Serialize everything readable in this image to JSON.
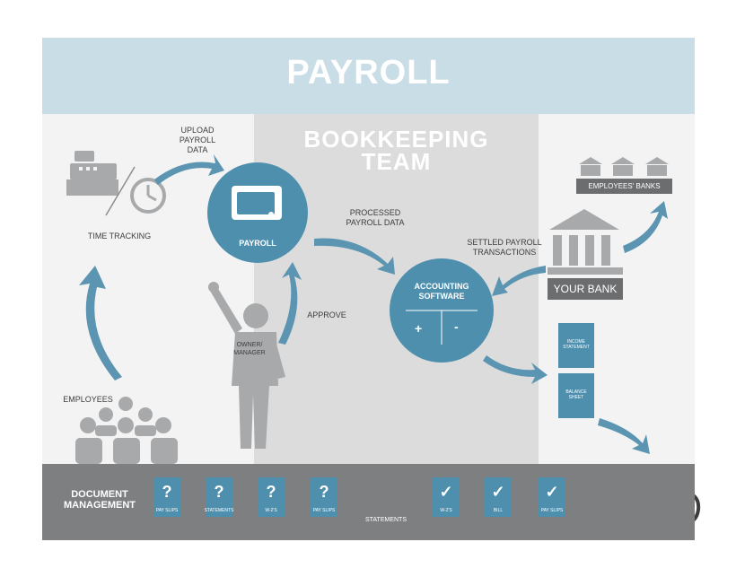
{
  "header": {
    "title": "PAYROLL"
  },
  "bookkeeping": {
    "title_line1": "BOOKKEEPING",
    "title_line2": "TEAM"
  },
  "labels": {
    "upload": [
      "UPLOAD",
      "PAYROLL",
      "DATA"
    ],
    "time_tracking": "TIME TRACKING",
    "payroll_circle": "PAYROLL",
    "processed": [
      "PROCESSED",
      "PAYROLL DATA"
    ],
    "settled": [
      "SETTLED PAYROLL",
      "TRANSACTIONS"
    ],
    "accounting": [
      "ACCOUNTING",
      "SOFTWARE"
    ],
    "plus": "+",
    "minus": "-",
    "approve": "APPROVE",
    "owner": [
      "OWNER/",
      "MANAGER"
    ],
    "employees": "EMPLOYEES",
    "employees_banks": "EMPLOYEES' BANKS",
    "your_bank": "YOUR BANK",
    "income_statement": [
      "INCOME",
      "STATEMENT"
    ],
    "balance_sheet": [
      "BALANCE",
      "SHEET"
    ]
  },
  "document_management": {
    "label": [
      "DOCUMENT",
      "MANAGEMENT"
    ],
    "docs": [
      {
        "symbol": "?",
        "caption": "PAY SLIPS"
      },
      {
        "symbol": "?",
        "caption": "STATEMENTS"
      },
      {
        "symbol": "?",
        "caption": "W-2'S"
      },
      {
        "symbol": "?",
        "caption": "PAY SLIPS"
      },
      {
        "symbol": "✓",
        "caption": "W-2'S"
      },
      {
        "symbol": "✓",
        "caption": "BILL"
      },
      {
        "symbol": "✓",
        "caption": "PAY SLIPS"
      }
    ],
    "featured_caption": "STATEMENTS"
  },
  "colors": {
    "header": "#c8dde6",
    "accent": "#4f8fae",
    "column": "#dcdcdc",
    "icon_gray": "#a7a9ab",
    "dark_band": "#7d7f80"
  },
  "icons": [
    "cash-register-icon",
    "clock-icon",
    "wallet-icon",
    "person-icon",
    "employees-group-icon",
    "bank-icon",
    "magnifier-icon",
    "cloud-database-icon",
    "arrow-icon"
  ]
}
